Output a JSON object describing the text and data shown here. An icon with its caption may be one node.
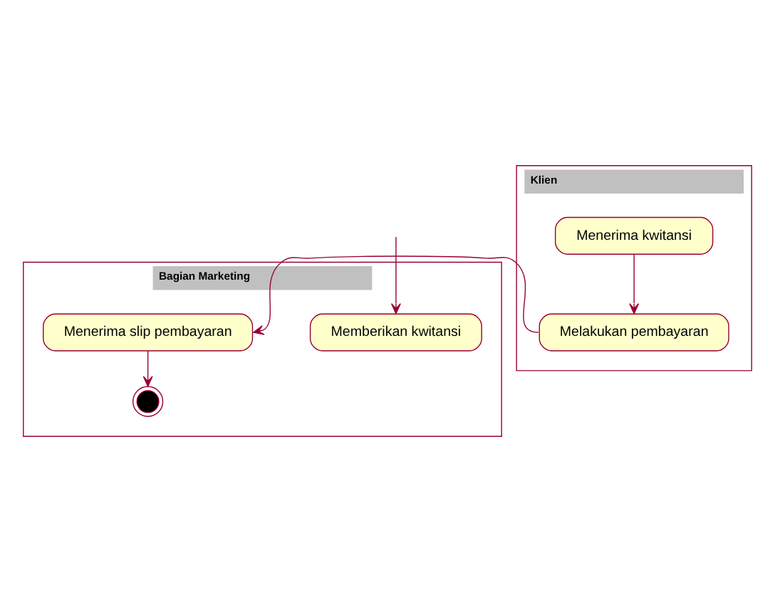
{
  "diagram": {
    "nodes": [
      {
        "text": [
          "Bagian Marketing"
        ]
      },
      {
        "text": [
          "Klien"
        ]
      },
      {
        "text": [
          "Memberikan kwitansi"
        ],
        "in": 0
      },
      {
        "text": [
          "Menerima kwitansi"
        ],
        "in": 1
      },
      {
        "text": [
          "Melakukan pembayaran"
        ],
        "in": 1
      },
      {
        "text": [
          "Menerima slip pembayaran"
        ],
        "in": 0
      },
      {
        "text": [],
        "shape": "circle",
        "in": 0
      }
    ],
    "edges": [
      {
        "from": null,
        "to": 2,
        "arrow": "to"
      },
      {
        "from": 3,
        "to": 4,
        "arrow": "to"
      },
      {
        "from": 4,
        "to": 5,
        "arrow": "to"
      },
      {
        "from": 5,
        "to": 6,
        "arrow": "to"
      }
    ]
  }
}
